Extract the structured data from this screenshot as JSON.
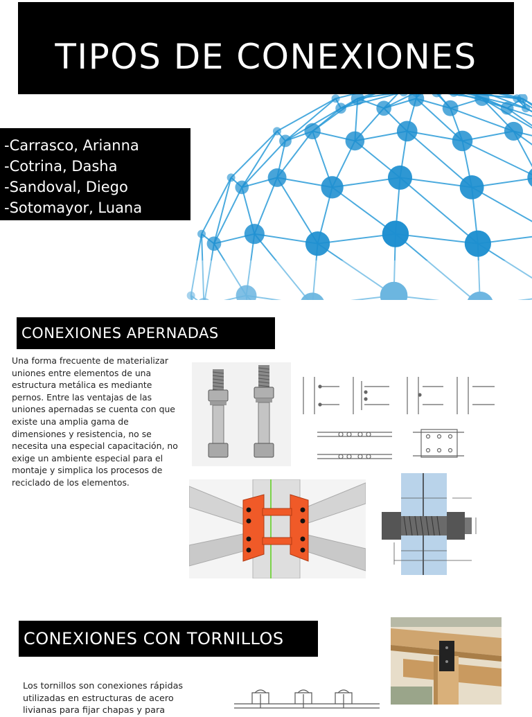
{
  "title": "TIPOS DE CONEXIONES",
  "authors": [
    "-Carrasco, Arianna",
    "-Cotrina, Dasha",
    "-Sandoval, Diego",
    "-Sotomayor, Luana"
  ],
  "section1": {
    "heading": "CONEXIONES APERNADAS",
    "body": "Una forma frecuente de materializar uniones entre elementos de una estructura metálica es mediante pernos. Entre las ventajas de las uniones apernadas se cuenta con que existe una amplia gama de dimensiones y resistencia, no se necesita una especial capacitación, no exige un ambiente especial para el montaje y simplica los procesos de reciclado de los elementos."
  },
  "section2": {
    "heading": "CONEXIONES CON TORNILLOS",
    "body": "Los tornillos son conexiones rápidas utilizadas en estructuras de acero livianas para fijar chapas y para"
  },
  "colors": {
    "black": "#000000",
    "node_blue": "#1e8fd0",
    "plate_orange": "#f05a28",
    "plate_blue": "#b9d3ea"
  }
}
